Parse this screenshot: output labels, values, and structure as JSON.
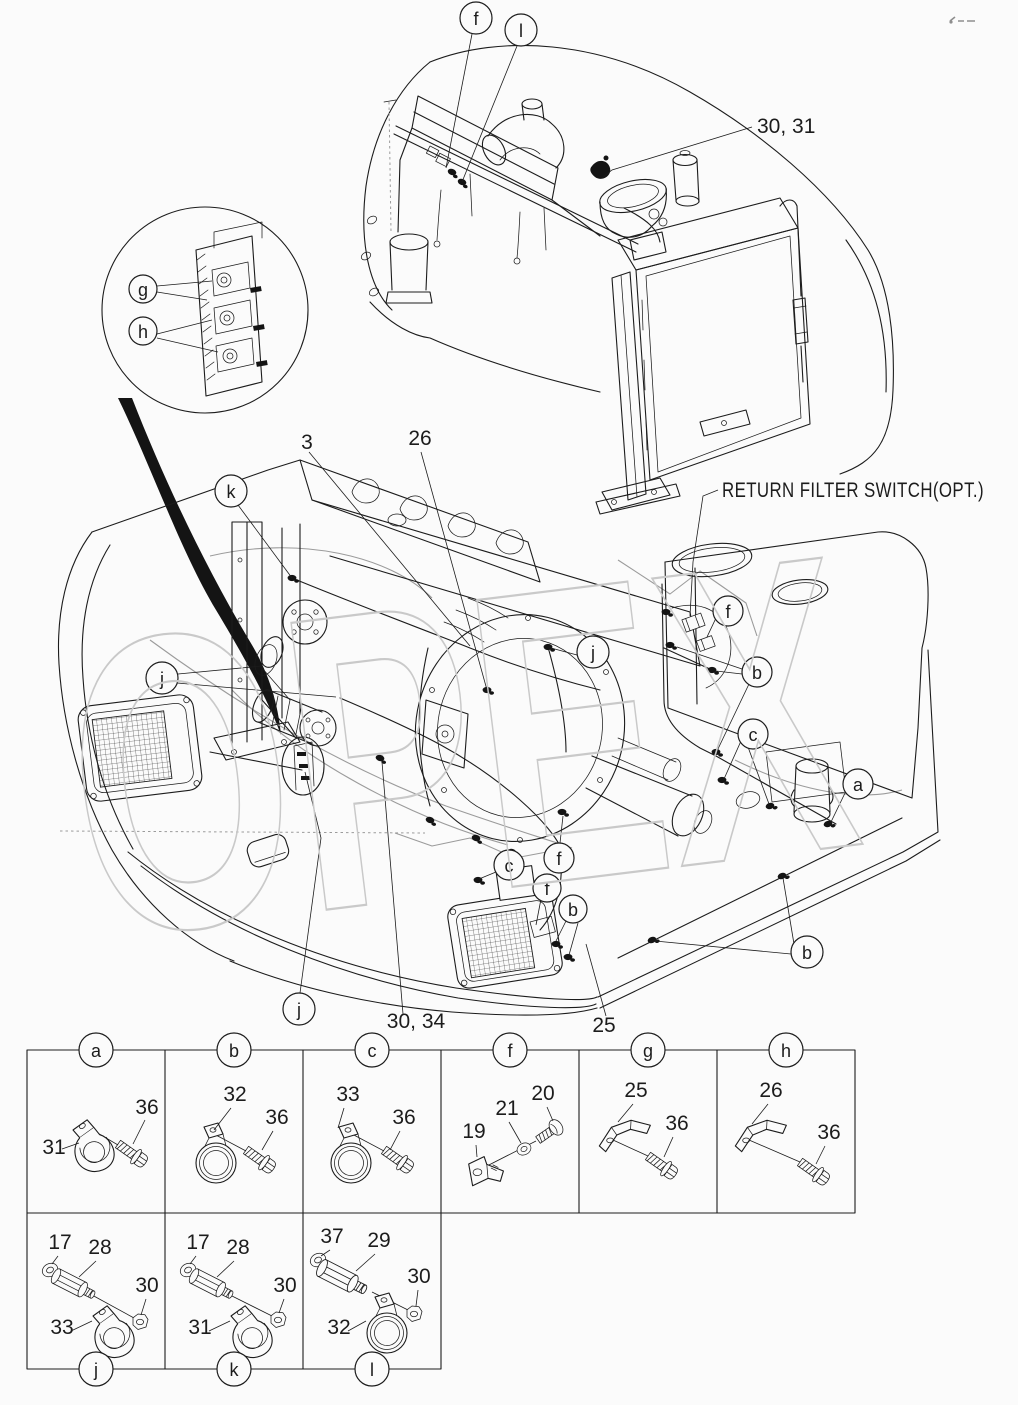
{
  "page": {
    "background": "#fbfbfb",
    "line_color": "#1c1c1c",
    "watermark": "OPEX",
    "watermark_color": "#c9c9c9"
  },
  "figure": {
    "labels": {
      "n3": "3",
      "n26": "26",
      "n25": "25",
      "n30_31": "30, 31",
      "n30_34": "30, 34",
      "return_filter": "RETURN FILTER SWITCH(OPT.)"
    },
    "callouts": {
      "top_f": "f",
      "top_l": "l",
      "bubble_g": "g",
      "bubble_h": "h",
      "engine_k": "k",
      "left_j": "j",
      "center_j": "j",
      "tank_f": "f",
      "tank_b": "b",
      "tank_c": "c",
      "tank_a": "a",
      "front_c": "c",
      "front_f_upper": "f",
      "front_f_lower": "f",
      "front_b": "b",
      "lower_right_b": "b",
      "bottom_j": "j"
    }
  },
  "table": {
    "row1": [
      {
        "letter": "a",
        "labels": [
          "31",
          "36"
        ]
      },
      {
        "letter": "b",
        "labels": [
          "32",
          "36"
        ]
      },
      {
        "letter": "c",
        "labels": [
          "33",
          "36"
        ]
      },
      {
        "letter": "f",
        "labels": [
          "19",
          "21",
          "20"
        ]
      },
      {
        "letter": "g",
        "labels": [
          "25",
          "36"
        ]
      },
      {
        "letter": "h",
        "labels": [
          "26",
          "36"
        ]
      }
    ],
    "row2": [
      {
        "letter": "j",
        "labels": [
          "17",
          "28",
          "33",
          "30"
        ]
      },
      {
        "letter": "k",
        "labels": [
          "17",
          "28",
          "31",
          "30"
        ]
      },
      {
        "letter": "l",
        "labels": [
          "37",
          "29",
          "32",
          "30"
        ]
      }
    ]
  }
}
